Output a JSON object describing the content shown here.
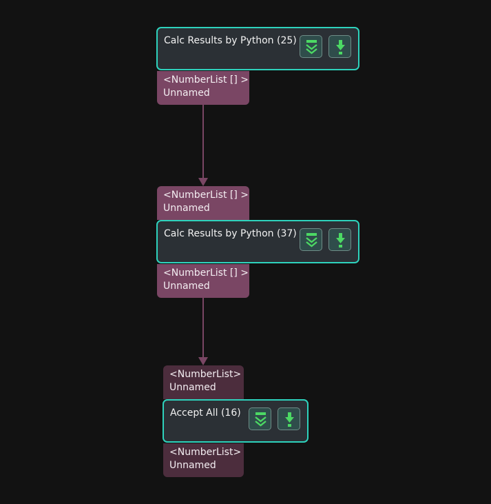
{
  "nodes": [
    {
      "title": "Calc Results by Python (25)",
      "output": {
        "type": "<NumberList [] >",
        "name": "Unnamed"
      }
    },
    {
      "title": "Calc Results by Python (37)",
      "input": {
        "type": "<NumberList [] >",
        "name": "Unnamed"
      },
      "output": {
        "type": "<NumberList [] >",
        "name": "Unnamed"
      }
    },
    {
      "title": "Accept All (16)",
      "input": {
        "type": "<NumberList>",
        "name": "Unnamed"
      },
      "output": {
        "type": "<NumberList>",
        "name": "Unnamed"
      }
    }
  ],
  "buttons": {
    "expand_icon": "double-chevron-down-icon",
    "run_icon": "download-arrow-icon"
  },
  "colors": {
    "background": "#121212",
    "node_fill": "#2b3035",
    "node_border": "#2ed3bd",
    "port_active": "#7a4664",
    "port_inactive": "#4c2d3d",
    "edge": "#7a4664",
    "icon_green": "#4cd964"
  }
}
